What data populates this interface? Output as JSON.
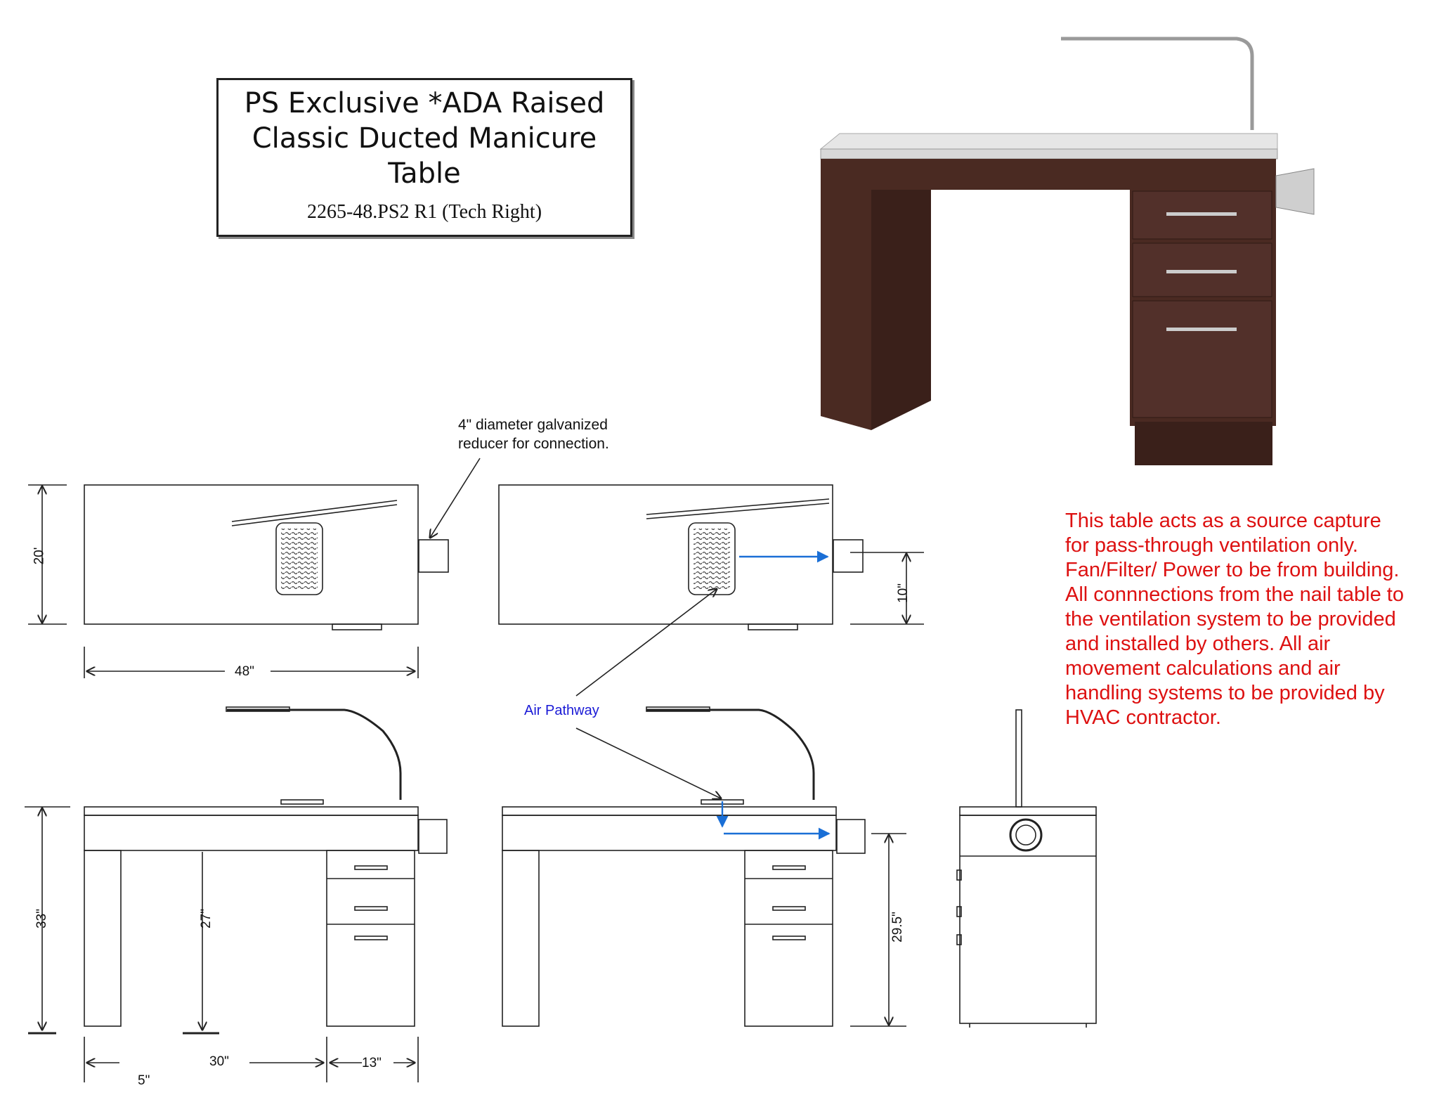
{
  "title": {
    "main_line1": "PS Exclusive *ADA Raised",
    "main_line2": "Classic Ducted Manicure",
    "main_line3": "Table",
    "model": "2265-48.PS2 R1 (Tech Right)"
  },
  "callouts": {
    "reducer_line1": "4\" diameter galvanized",
    "reducer_line2": "reducer for connection.",
    "air_pathway": "Air Pathway"
  },
  "dimensions": {
    "top_depth": "20'",
    "top_width": "48\"",
    "duct_height_top": "10\"",
    "overall_height": "33\"",
    "knee_clearance": "27\"",
    "duct_height_front": "29.5\"",
    "leg_offset": "5\"",
    "knee_width": "30\"",
    "cabinet_width": "13\""
  },
  "notes": {
    "line1": "This table acts as a source capture",
    "line2": "for pass-through ventilation only.",
    "line3": "Fan/Filter/ Power to be from building.",
    "line4": "All connnections from the nail table to",
    "line5": "the ventilation system to be provided",
    "line6": "and installed by others. All air",
    "line7": "movement calculations and air",
    "line8": "handling systems to be provided by",
    "line9": "HVAC contractor."
  },
  "colors": {
    "wood": "#4a2a22",
    "wood_dark": "#3a201a",
    "marble": "#e6e6e6",
    "note_red": "#dd1111",
    "air_blue": "#1a6fd6",
    "line": "#222222"
  }
}
